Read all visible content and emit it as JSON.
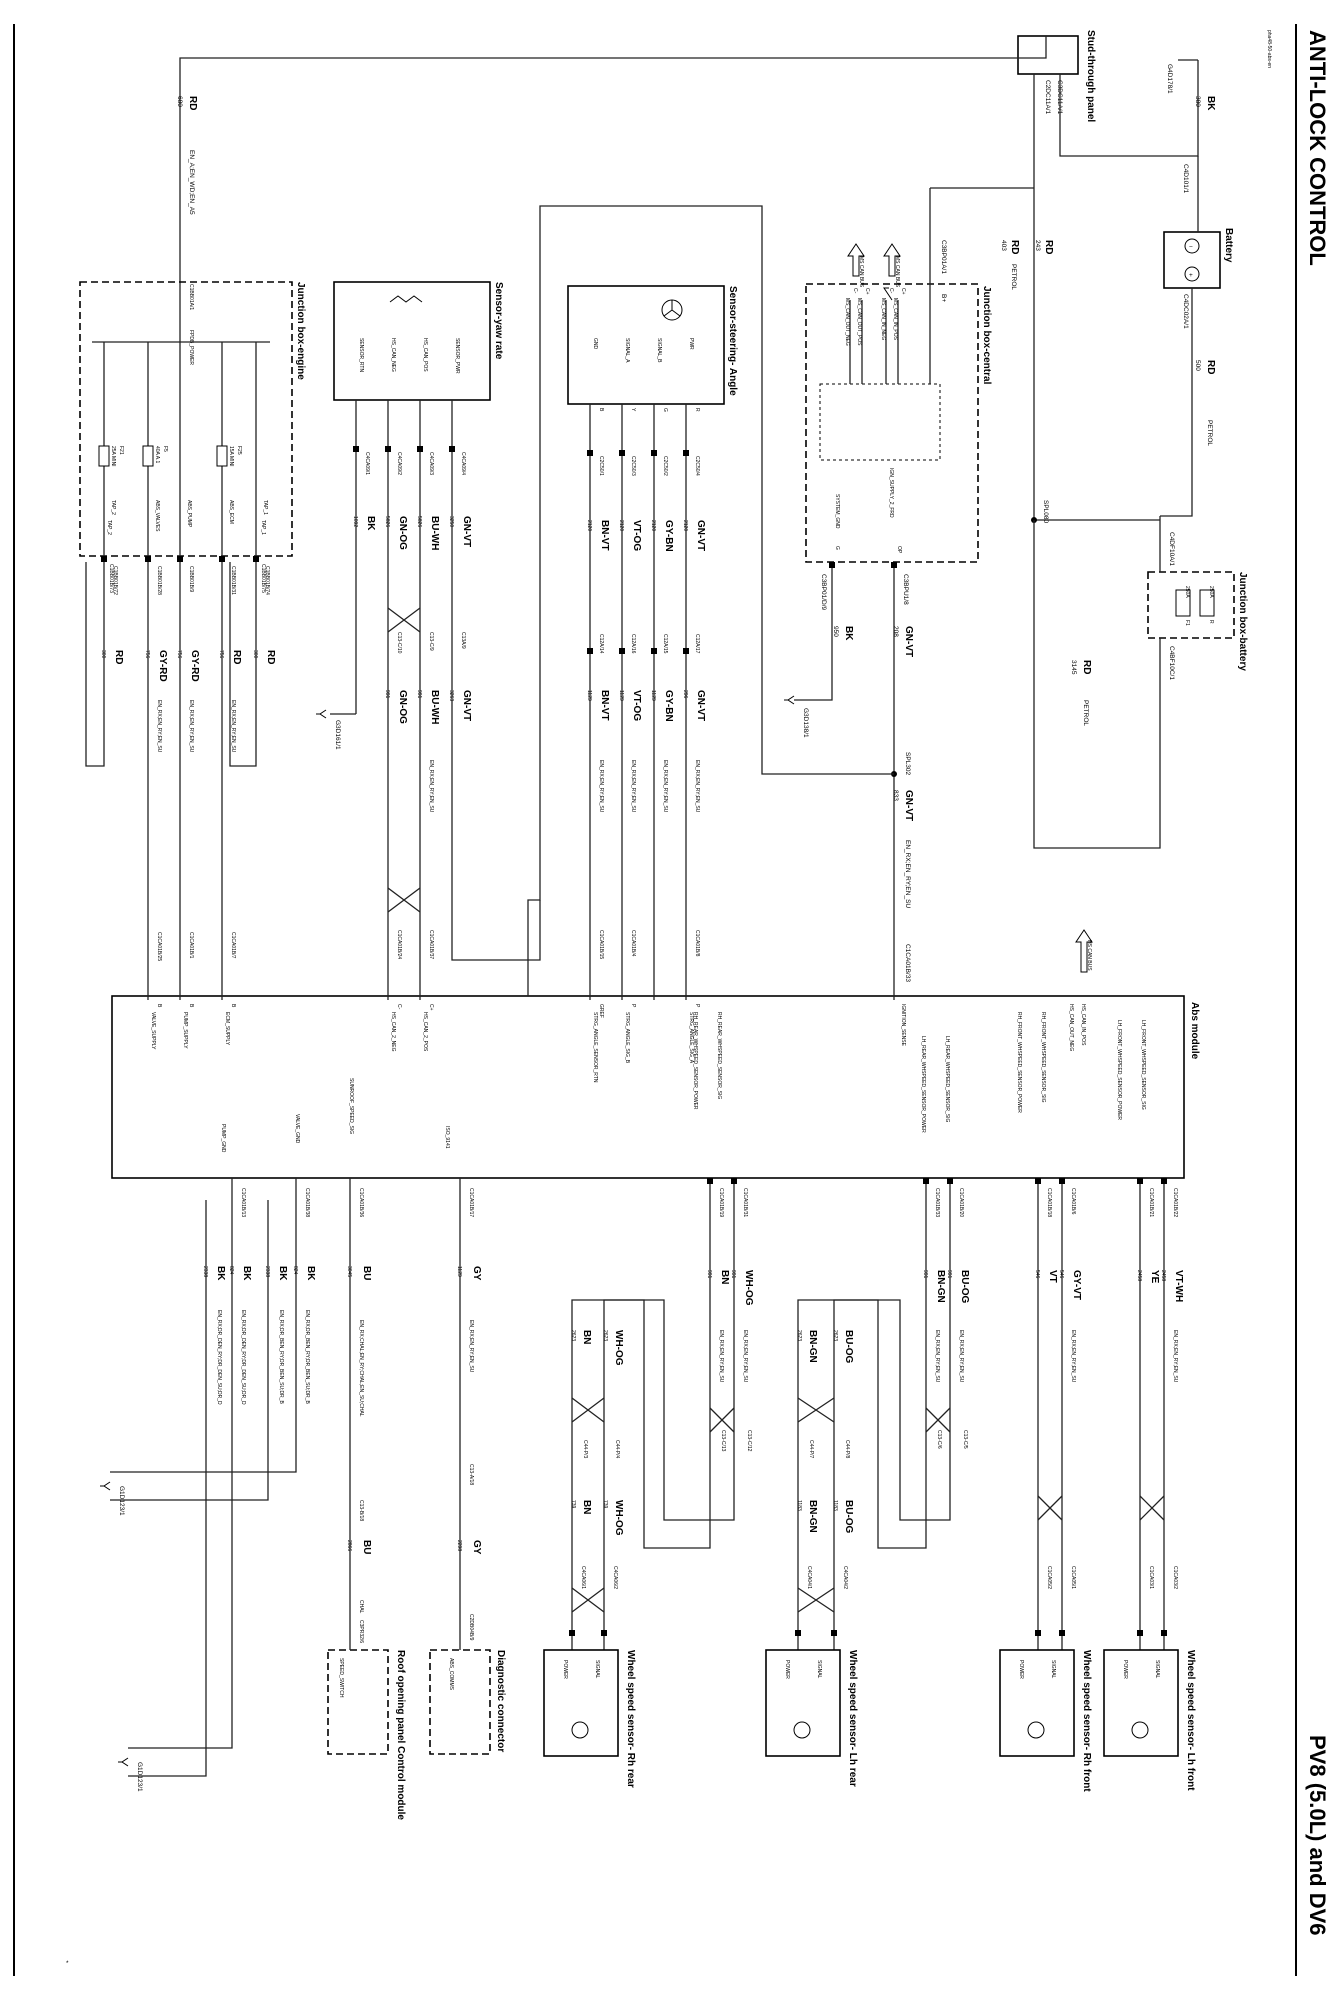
{
  "page": {
    "title": "ANTI-LOCK CONTROL",
    "subtitle": "PV8 (5.0L) and DV6",
    "ref": "pha48-50-abs-en",
    "footer_mark": "*"
  },
  "components": {
    "abs_module": "Abs module",
    "stud_through_panel": "Stud-through panel",
    "battery": "Battery",
    "jb_battery": "Junction box-battery",
    "jb_central": "Junction box-central",
    "jb_engine": "Junction box-engine",
    "sensor_steering": "Sensor-steering- Angle",
    "sensor_yaw": "Sensor-yaw rate",
    "ws_lh_front": "Wheel speed sensor- Lh front",
    "ws_rh_front": "Wheel speed sensor- Rh front",
    "ws_lh_rear": "Wheel speed sensor- Lh rear",
    "ws_rh_rear": "Wheel speed sensor- Rh rear",
    "diag_connector": "Diagnostic connector",
    "roof_panel": "Roof opening panel Control module"
  },
  "power": {
    "ground_top": "G4D178/1",
    "wire_bk": "BK",
    "wire_bk_num": "380",
    "stud_conn1": "C3DC11A/1",
    "stud_conn2": "C2DC11A/1",
    "battery_conn_neg": "C4D101/1",
    "battery_conn_pos": "C4DC02A/1",
    "battery_minus": "−",
    "battery_plus": "+",
    "rd_500": "RD",
    "rd_500_num": "500",
    "petrol_a": "PETROL",
    "rd_243": "RD",
    "rd_243_num": "243",
    "rd_403": "RD",
    "rd_403_num": "403",
    "petrol_b": "PETROL",
    "jb_batt_conn": "C4DF10A/1",
    "fuse_250a_a": "250A",
    "fuse_250a_b": "250A",
    "fuse_f1": "F1",
    "fuse_r": "R",
    "jb_batt_out": "C4BF10C/1",
    "rd_3145": "RD",
    "rd_3145_num": "3145",
    "petrol_c": "PETROL",
    "spl080": "SPL080",
    "rd_680": "RD",
    "rd_680_num": "680",
    "en_a_en": "EN_A;EN_WD;EN_A5"
  },
  "central": {
    "conn_b": "C3BP01A/1",
    "pin_bplus": "B+",
    "pins": [
      "C+",
      "C-",
      "C+",
      "C-"
    ],
    "signals": [
      "MS_CAN_IN_POS",
      "MS_CAN_IN_NEG",
      "MS_CAN_OUT_POS",
      "MS_CAN_OUT_NEG"
    ],
    "ms_can_bus_a": "MS CAN BUS",
    "ms_can_bus_b": "MS CAN BUS",
    "ign": "IGN_SUPPLY_2_FRD",
    "sys_gnd": "SYSTEM_GND",
    "pin_op": "OP",
    "pin_g": "G",
    "out_conn1": "C3BPU1/8",
    "out_conn2": "C3BP01/D/9",
    "gnvt": "GN-VT",
    "gnvt_num": "208",
    "bk": "BK",
    "bk_num": "950",
    "gnd": "G3D138/1",
    "spl302": "SPL302",
    "gnvt2": "GN-VT",
    "gnvt2_num": "833",
    "en_rx": "EN_RX;EN_RY;EN_SU",
    "abs_conn": "C1CA01B/33"
  },
  "steering": {
    "pins": [
      "PWR",
      "SIGNAL_B",
      "SIGNAL_A",
      "GND"
    ],
    "pin_letters": [
      "R",
      "G",
      "Y",
      "B"
    ],
    "conns": [
      "C2C50/4",
      "C2C50/2",
      "C2C50/3",
      "C2C50/1"
    ],
    "wires": [
      {
        "col": "GN-VT",
        "num": "2120",
        "mid": "C12A/17",
        "col2": "GN-VT",
        "num2": "296",
        "abs": "C1CA01B/8",
        "pin": "P",
        "sig": "STRG_ANGLE_SIG_A"
      },
      {
        "col": "GY-BN",
        "num": "2120",
        "mid": "C12A/15",
        "col2": "GY-BN",
        "num2": "1129",
        "abs": "",
        "pin": "",
        "sig": ""
      },
      {
        "col": "VT-OG",
        "num": "2120",
        "mid": "C12A/16",
        "col2": "VT-OG",
        "num2": "1129",
        "abs": "C1CA01B/4",
        "pin": "P",
        "sig": "STRG_ANGLE_SIG_B"
      },
      {
        "col": "BN-VT",
        "num": "2120",
        "mid": "C12A/14",
        "col2": "BN-VT",
        "num2": "1129",
        "abs": "C1CA01B/15",
        "pin": "GREF",
        "sig": "STRG_ANGLE_SENSOR_RTN"
      }
    ],
    "en_label": "EN_RX;EN_RY;EN_SU"
  },
  "yaw": {
    "pins": [
      "SENSOR_PWR",
      "HS_CAN_POS",
      "HS_CAN_NEG",
      "SENSOR_RTN"
    ],
    "conns": [
      "C4CA09/4",
      "C4CA09/3",
      "C4CA09/2",
      "C4CA09/1"
    ],
    "wires": [
      {
        "col": "GN-VT",
        "num": "3250",
        "mid": "C13A/9",
        "col2": "GN-VT",
        "num2": "3263",
        "abs": "",
        "pin": "",
        "sig": ""
      },
      {
        "col": "BU-WH",
        "num": "5826",
        "mid": "C13-C/9",
        "col2": "BU-WH",
        "num2": "991",
        "abs": "C1CA01B/37",
        "pin": "C+",
        "sig": "HS_CAN_2_POS"
      },
      {
        "col": "GN-OG",
        "num": "5826",
        "mid": "C13-C/10",
        "col2": "GN-OG",
        "num2": "991",
        "abs": "C1CA01B/24",
        "pin": "C-",
        "sig": "HS_CAN_2_NEG"
      },
      {
        "col": "BK",
        "num": "1092",
        "mid": "",
        "col2": "",
        "num2": "",
        "abs": "",
        "pin": "",
        "sig": ""
      }
    ],
    "gnd": "G3D161/1",
    "en_label": "EN_RX;EN_RY;EN_SU"
  },
  "engine": {
    "fp_power": "FPDB_POWER",
    "conn_in": "C1BB01A/1",
    "fuses": [
      {
        "id": "F21",
        "amp": "25A MINI",
        "sig": "TAP_2",
        "conn": "C1BB01B/72",
        "col": "RD",
        "num": "300"
      },
      {
        "id": "F5",
        "amp": "40A A.1",
        "sig": "ABS_VALVES",
        "conn": "C1BB01B/28",
        "col": "GY-RD",
        "num": "756"
      },
      {
        "id": "",
        "amp": "",
        "sig": "ABS_PUMP",
        "conn": "C1BB01B/9",
        "col": "GY-RD",
        "num": "756"
      },
      {
        "id": "F25",
        "amp": "15A MINI",
        "sig": "ABS_ECM",
        "conn": "C1BB01B/31",
        "col": "RD",
        "num": "756"
      },
      {
        "id": "",
        "amp": "",
        "sig": "TAP_1",
        "conn": "C1BB01B/74",
        "col": "RD",
        "num": "300"
      }
    ],
    "tap1": "TAP_1",
    "tap2": "TAP_2",
    "conn_75": "C1BB01B/75",
    "conn_73": "C1BB01B/73",
    "en_label": "EN_RX;EN_RY;EN_SU",
    "abs_pins": [
      {
        "abs": "C1CA01B/7",
        "pin": "B",
        "sig": "ECM_SUPPLY"
      },
      {
        "abs": "C1CA01B/1",
        "pin": "B",
        "sig": "PUMP_SUPPLY"
      },
      {
        "abs": "C1CA01B/25",
        "pin": "B",
        "sig": "VALVE_SUPPLY"
      }
    ]
  },
  "abs_left": {
    "rh_rear_sig": "RH_REAR_WHSPEED_SENSOR_SIG",
    "rh_rear_pwr": "RH_REAR_WHSPEED_SENSOR_POWER",
    "lh_rear_sig": "LH_REAR_WHSPEED_SENSOR_SIG",
    "lh_rear_pwr": "LH_REAR_WHSPEED_SENSOR_POWER",
    "rh_front_sig": "RH_FRONT_WHSPEED_SENSOR_SIG",
    "rh_front_pwr": "RH_FRONT_WHSPEED_SENSOR_POWER",
    "lh_front_sig": "LH_FRONT_WHSPEED_SENSOR_SIG",
    "lh_front_pwr": "LH_FRONT_WHSPEED_SENSOR_POWER",
    "hs_can_pos": "HS_CAN_IN_POS",
    "hs_can_neg": "HS_CAN_OUT_NEG",
    "hs_can_bus": "HS CAN BUS",
    "ign_sense": "IGNITION_SENSE",
    "sunroof": "SUNROOF_SPEED_SIG",
    "iso": "ISO_9141",
    "valve_gnd": "VALVE_GND",
    "pump_gnd": "PUMP_GND"
  },
  "wheel_wires": [
    {
      "abs": "C1CA01B/22",
      "col": "VT-WH",
      "num": "2458",
      "en": "EN_RX;EN_RY;EN_SU",
      "end": "C1CA03/2"
    },
    {
      "abs": "C1CA01B/21",
      "col": "YE",
      "num": "2458",
      "en": "",
      "end": "C1CA03/1"
    },
    {
      "abs": "C1CA01B/6",
      "col": "GY-VT",
      "num": "546",
      "en": "EN_RX;EN_RY;EN_SU",
      "end": "C1CA05/1"
    },
    {
      "abs": "C1CA01B/18",
      "col": "VT",
      "num": "546",
      "en": "",
      "end": "C1CA05/2"
    },
    {
      "abs": "C1CA01B/20",
      "col": "BU-OG",
      "num": "991",
      "en": "EN_RX;EN_RY;EN_SU",
      "end": "C4CA04/2"
    },
    {
      "abs": "C1CA01B/33",
      "col": "BN-GN",
      "num": "991",
      "en": "EN_RX;EN_RY;EN_SU",
      "end": "C4CA04/1"
    },
    {
      "abs": "C1CA01B/31",
      "col": "WH-OG",
      "num": "991",
      "en": "EN_RX;EN_RY;EN_SU",
      "end": "C4CA06/2"
    },
    {
      "abs": "C1CA01B/19",
      "col": "BN",
      "num": "991",
      "en": "EN_RX;EN_RY;EN_SU",
      "end": "C4CA06/1"
    }
  ],
  "rear_mid": {
    "lh_a": {
      "col": "BU-OG",
      "num": "2623",
      "c": "C13-C/5",
      "c2": "C44-P/8",
      "col2": "BU-OG",
      "num2": "1183"
    },
    "lh_b": {
      "col": "BN-GN",
      "num": "2623",
      "c": "C13-C/6",
      "c2": "C44-P/7",
      "col2": "BN-GN",
      "num2": "1183"
    },
    "rh_a": {
      "col": "WH-OG",
      "num": "2623",
      "c": "C13-C/12",
      "c2": "C44-P/4",
      "col2": "WH-OG",
      "num2": "739"
    },
    "rh_b": {
      "col": "BN",
      "num": "2623",
      "c": "C13-C/13",
      "c2": "C44-P/3",
      "col2": "BN",
      "num2": "739"
    }
  },
  "wheel_pins": {
    "signal": "SIGNAL",
    "power": "POWER"
  },
  "bottom": {
    "diag": {
      "abs": "C1CA01B/17",
      "col": "GY",
      "num": "1129",
      "en": "EN_RX;EN_RY;EN_SU",
      "mid": "C13-A/18",
      "col2": "GY",
      "num2": "2298",
      "end": "C2DB04B/9",
      "pin": "ABS_COMMS"
    },
    "roof": {
      "abs": "C1CA01B/36",
      "col": "BU",
      "num": "3045",
      "en": "EN_RX;CHAL;EN_RY;CHAL;EN_SU;CHAL",
      "mid": "C13-B/18",
      "col2": "BU",
      "num2": "2866",
      "chal": "CHAL",
      "end": "C3PR32/6",
      "pin": "SPEED_SWITCH"
    },
    "valve_a": {
      "abs": "C1CA01B/38",
      "col": "BK",
      "num": "824",
      "en": "EN_RX;DR_BEN_RY;DR_BEN_SU;DR_B"
    },
    "valve_b": {
      "col": "BK",
      "num": "2338",
      "en": "EN_RX;DR_BEN_RY;DR_BEN_SU;DR_B"
    },
    "pump_a": {
      "abs": "C1CA01B/13",
      "col": "BK",
      "num": "824",
      "en": "EN_RX;DR_DEN_RY;DR_DEN_SU;DR_D"
    },
    "pump_b": {
      "col": "BK",
      "num": "2338",
      "en": "EN_RX;DR_DEN_RY;DR_DEN_SU;DR_D"
    },
    "gnd1": "G1D123/1",
    "gnd2": "G1D123/1"
  }
}
